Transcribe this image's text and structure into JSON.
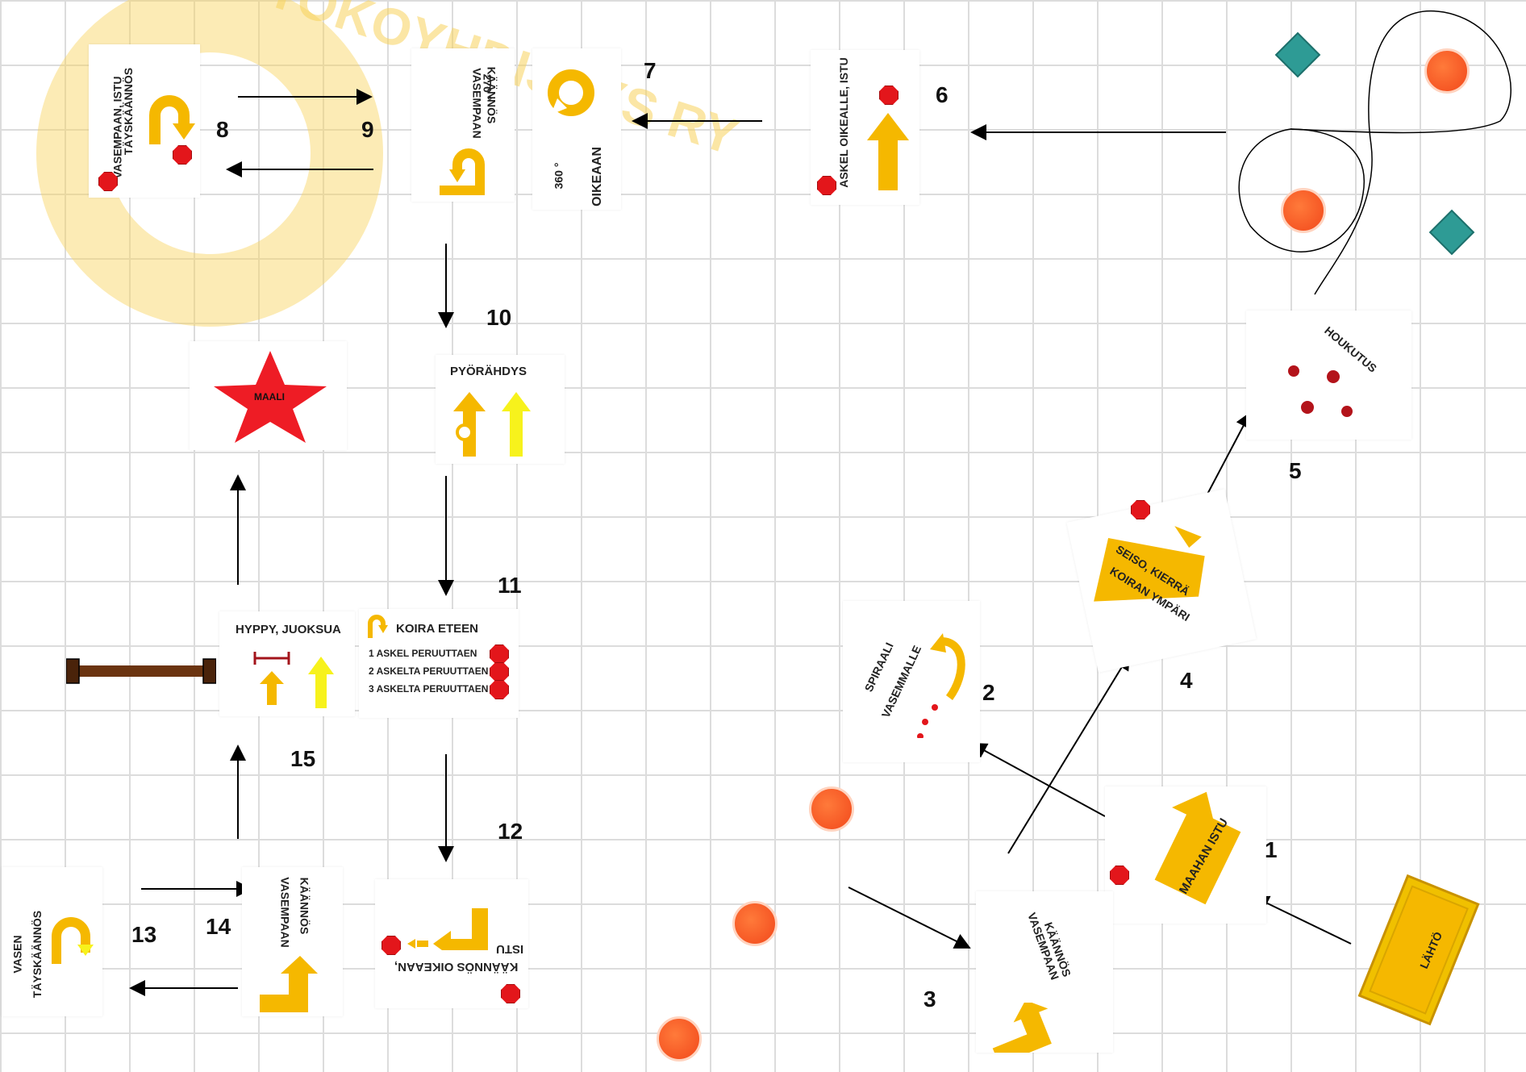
{
  "watermark": {
    "text": "RALLY-TOKOYHDISTYS RY"
  },
  "colors": {
    "accent": "#f5b800",
    "sign": "#e3161b",
    "cone": "#f2481b",
    "teal": "#2e9b95",
    "star": "#ee1c25",
    "hurdle": "#6b3410"
  },
  "stations": {
    "s1": {
      "num": "1",
      "label": "MAAHAN ISTU"
    },
    "s2": {
      "num": "2",
      "label1": "SPIRAALI",
      "label2": "VASEMMALLE"
    },
    "s3": {
      "num": "3",
      "label1": "KÄÄNNÖS",
      "label2": "VASEMPAAN"
    },
    "s4": {
      "num": "4",
      "label1": "SEISO, KIERRÄ",
      "label2": "KOIRAN YMPÄRI"
    },
    "s5": {
      "num": "5",
      "label": "HOUKUTUS"
    },
    "s6": {
      "num": "6",
      "label": "ASKEL OIKEALLE, ISTU"
    },
    "s7": {
      "num": "7",
      "label1": "360 °",
      "label2": "OIKEAAN"
    },
    "s8": {
      "num": "8",
      "label1": "TÄYSKÄÄNNÖS",
      "label2": "VASEMPAAN, ISTU"
    },
    "s9": {
      "num": "9",
      "label1": "270 °",
      "label2": "KÄÄNNÖS",
      "label3": "VASEMPAAN"
    },
    "s10": {
      "num": "10",
      "label": "PYÖRÄHDYS"
    },
    "s11": {
      "num": "11",
      "title": "KOIRA ETEEN",
      "line1": "1 ASKEL PERUUTTAEN",
      "line2": "2 ASKELTA PERUUTTAEN",
      "line3": "3 ASKELTA PERUUTTAEN"
    },
    "s12": {
      "num": "12",
      "label1": "KÄÄNNÖS OIKEAAN,",
      "label2": "ISTU"
    },
    "s13": {
      "num": "13",
      "label1": "VASEN",
      "label2": "TÄYSKÄÄNNÖS"
    },
    "s14": {
      "num": "14",
      "label1": "KÄÄNNÖS",
      "label2": "VASEMPAAN"
    },
    "s15": {
      "num": "15",
      "label": "HYPPY, JUOKSUA"
    },
    "start": {
      "label": "LÄHTÖ"
    },
    "finish": {
      "label": "MAALI"
    }
  }
}
